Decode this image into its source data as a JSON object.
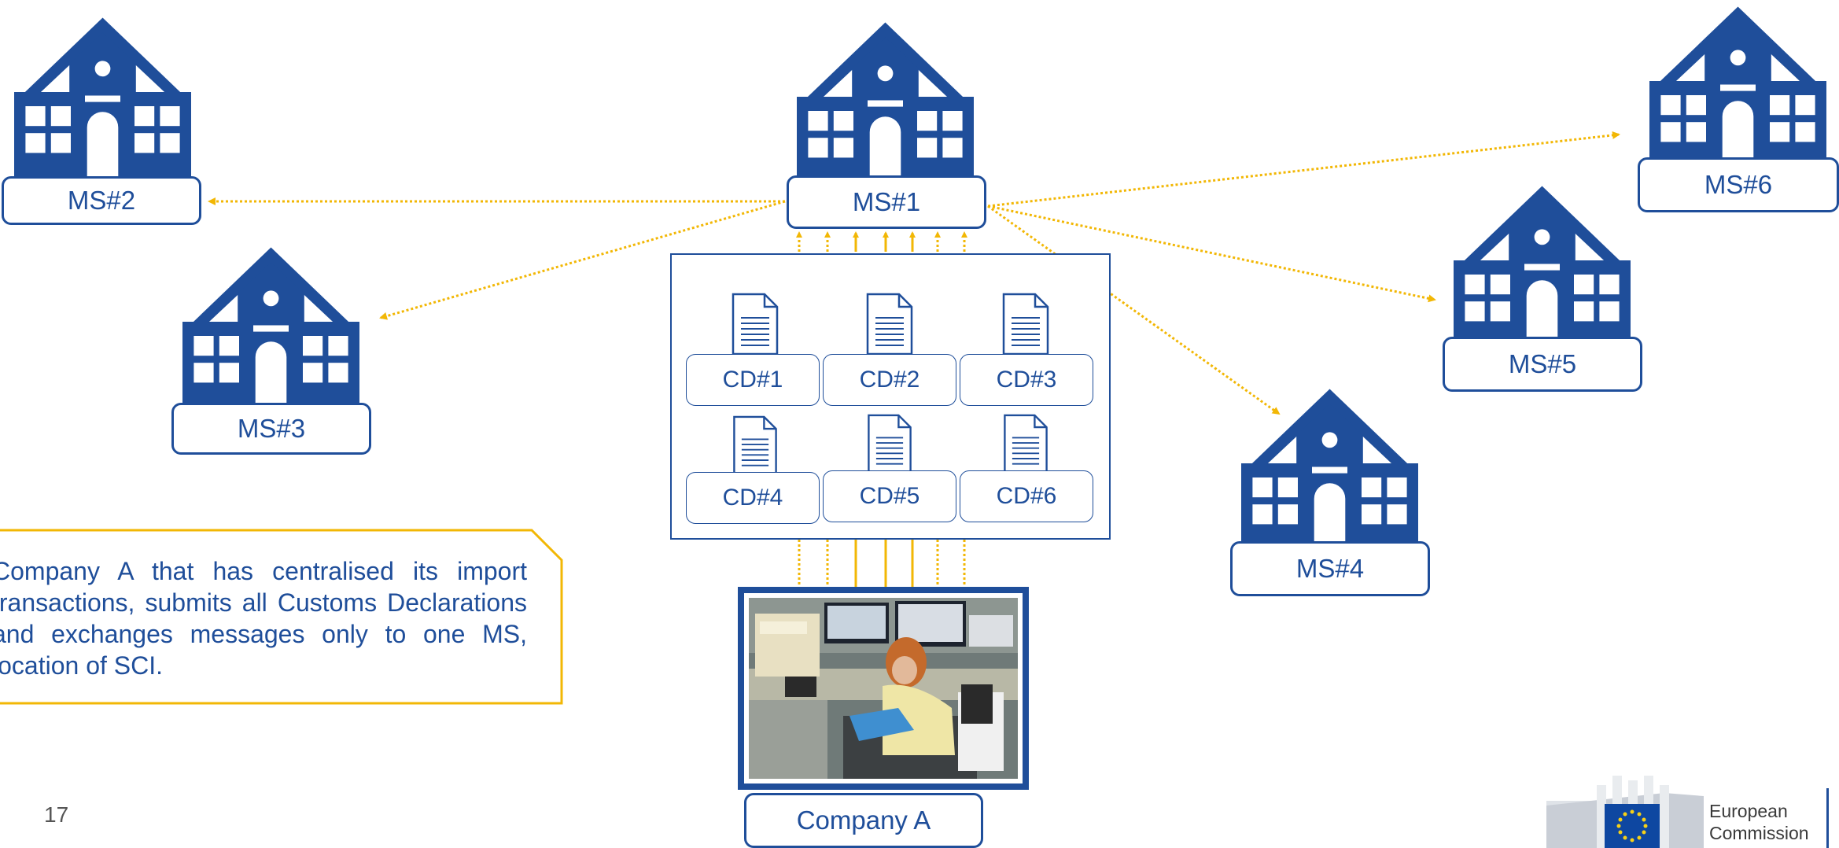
{
  "diagram": {
    "member_states": [
      {
        "id": "ms1",
        "label": "MS#1"
      },
      {
        "id": "ms2",
        "label": "MS#2"
      },
      {
        "id": "ms3",
        "label": "MS#3"
      },
      {
        "id": "ms4",
        "label": "MS#4"
      },
      {
        "id": "ms5",
        "label": "MS#5"
      },
      {
        "id": "ms6",
        "label": "MS#6"
      }
    ],
    "customs_declarations": [
      "CD#1",
      "CD#2",
      "CD#3",
      "CD#4",
      "CD#5",
      "CD#6"
    ],
    "company": {
      "label": "Company A"
    },
    "callout": "Company A that has centralised its import transactions, submits all Customs Declarations and exchanges messages only to one MS, location of SCI.",
    "colors": {
      "primary_blue": "#1f4e9a",
      "arrow_yellow": "#f2b705"
    }
  },
  "footer": {
    "page_number": "17",
    "logo_line1": "European",
    "logo_line2": "Commission"
  }
}
